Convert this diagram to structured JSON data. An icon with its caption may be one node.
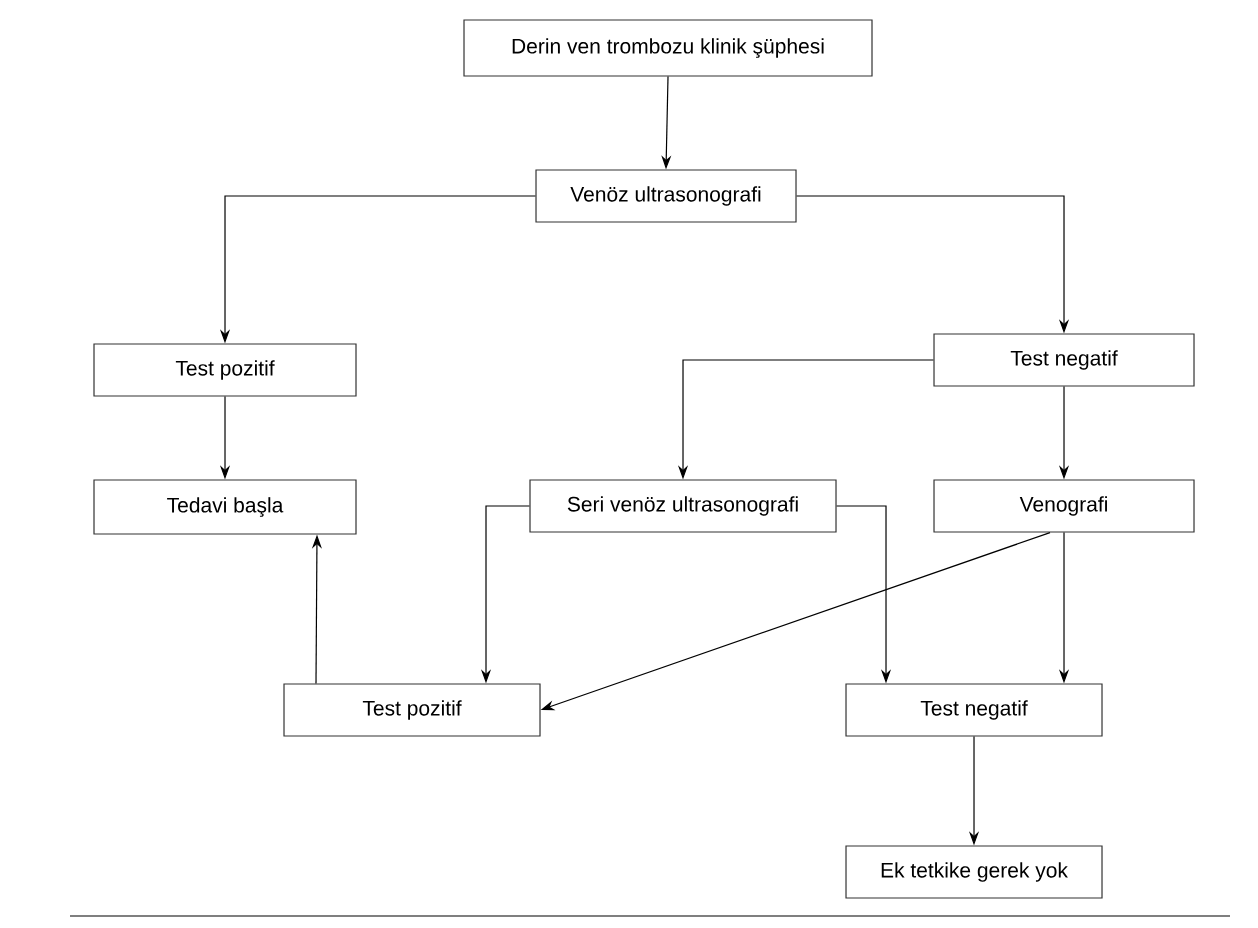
{
  "diagram": {
    "nodes": [
      {
        "text": [
          "Derin ven trombozu klinik şüphesi"
        ]
      },
      {
        "text": [
          "Venöz ultrasonografi"
        ]
      },
      {
        "text": [
          "Test pozitif"
        ]
      },
      {
        "text": [
          "Test negatif"
        ]
      },
      {
        "text": [
          "Tedavi başla"
        ]
      },
      {
        "text": [
          "Seri venöz ultrasonografi"
        ]
      },
      {
        "text": [
          "Venografi"
        ]
      },
      {
        "text": [
          "Test pozitif"
        ]
      },
      {
        "text": [
          "Test negatif"
        ]
      },
      {
        "text": [
          "Ek tetkike gerek yok"
        ]
      }
    ],
    "edges": [
      {
        "from": 0,
        "to": 1,
        "arrow": "to"
      },
      {
        "from": 1,
        "to": 2,
        "arrow": "to"
      },
      {
        "from": 1,
        "to": 3,
        "arrow": "to"
      },
      {
        "from": 2,
        "to": 4,
        "arrow": "to"
      },
      {
        "from": 3,
        "to": 5,
        "arrow": "to"
      },
      {
        "from": 3,
        "to": 6,
        "arrow": "to"
      },
      {
        "from": 5,
        "to": 7,
        "arrow": "to"
      },
      {
        "from": 5,
        "to": 8,
        "arrow": "to"
      },
      {
        "from": 6,
        "to": 7,
        "arrow": "to"
      },
      {
        "from": 6,
        "to": 8,
        "arrow": "to"
      },
      {
        "from": 7,
        "to": 4,
        "arrow": "to"
      },
      {
        "from": 8,
        "to": 9,
        "arrow": "to"
      }
    ]
  }
}
